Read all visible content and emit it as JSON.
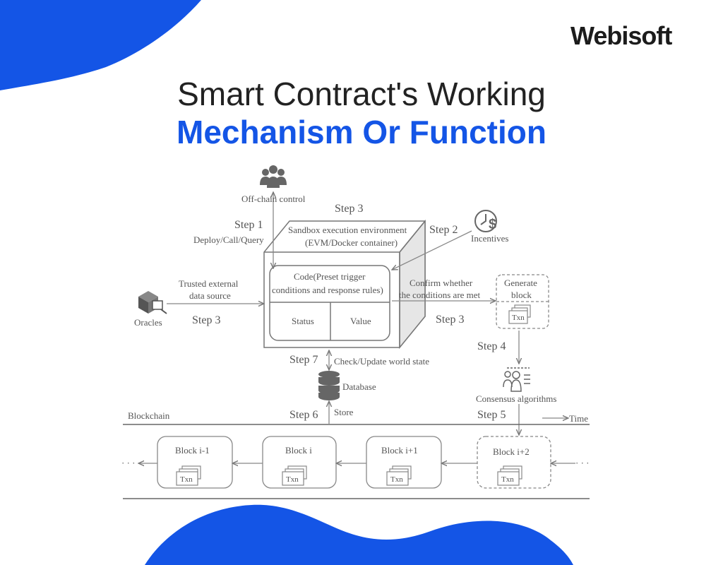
{
  "brand": "Webisoft",
  "title": {
    "line1": "Smart Contract's Working",
    "line2": "Mechanism Or Function"
  },
  "colors": {
    "accent": "#1455e6",
    "line": "#777777",
    "text": "#555555"
  },
  "icons": [
    "people-icon",
    "clock-dollar-icon",
    "oracle-cube-icon",
    "database-icon",
    "consensus-icon"
  ],
  "diagram": {
    "offchain": "Off-chain control",
    "incentives": "Incentives",
    "oracles": "Oracles",
    "sandbox_line1": "Sandbox execution environment",
    "sandbox_line2": "(EVM/Docker container)",
    "code_line1": "Code(Preset trigger",
    "code_line2": "conditions and response rules)",
    "status": "Status",
    "value": "Value",
    "step1": "Step 1",
    "step2": "Step 2",
    "step3_top": "Step 3",
    "step3_left": "Step 3",
    "step3_right": "Step 3",
    "step4": "Step 4",
    "step5": "Step 5",
    "step6": "Step 6",
    "step7": "Step 7",
    "deploy": "Deploy/Call/Query",
    "trusted_line1": "Trusted external",
    "trusted_line2": "data source",
    "confirm_line1": "Confirm whether",
    "confirm_line2": "the conditions are met",
    "generate_line1": "Generate",
    "generate_line2": "block",
    "txn": "Txn",
    "check_update": "Check/Update world state",
    "database": "Database",
    "store": "Store",
    "consensus": "Consensus algorithms",
    "blockchain": "Blockchain",
    "time": "Time",
    "ellipsis": "· · ·",
    "blocks": [
      "Block i-1",
      "Block i",
      "Block i+1",
      "Block i+2"
    ]
  }
}
